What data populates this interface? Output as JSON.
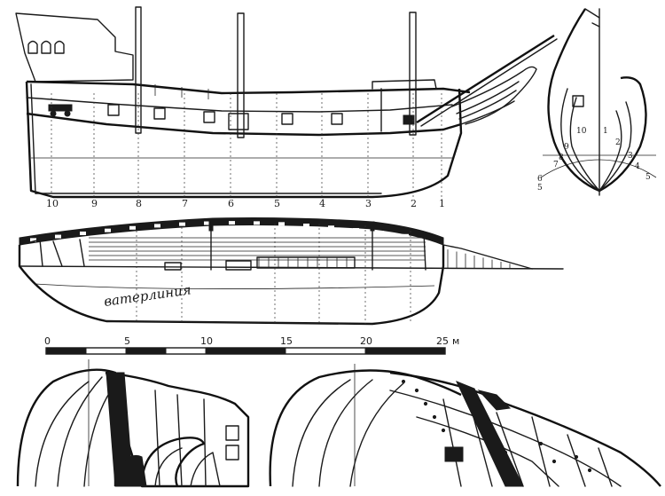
{
  "station_labels": [
    "10",
    "9",
    "8",
    "7",
    "6",
    "5",
    "4",
    "3",
    "2",
    "1"
  ],
  "body_plan_labels": {
    "left": [
      "10",
      "9",
      "8",
      "7",
      "6",
      "5"
    ],
    "right": [
      "1",
      "2",
      "3",
      "4",
      "5"
    ]
  },
  "waterline_label": "ватерлиния",
  "scale": {
    "ticks": [
      "0",
      "5",
      "10",
      "15",
      "20",
      "25"
    ],
    "unit": "м"
  }
}
